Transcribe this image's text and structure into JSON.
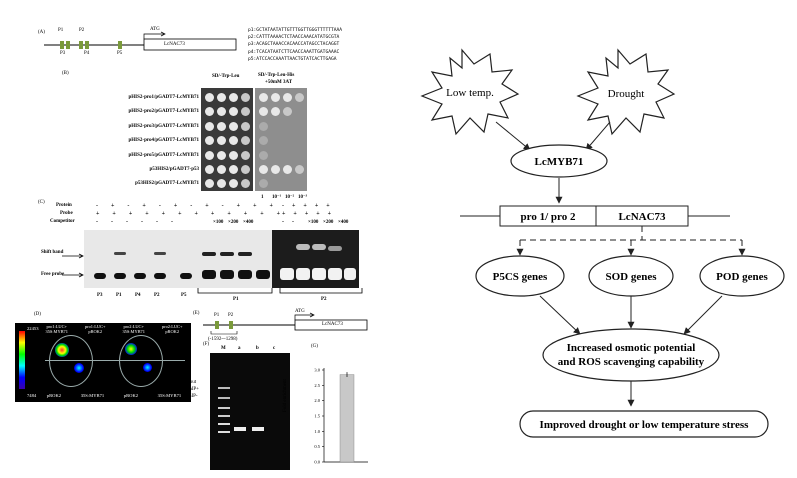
{
  "left_figure": {
    "panel_a": {
      "label": "(A)",
      "promoter_sites": [
        "P1",
        "P2",
        "P3",
        "P4",
        "P5"
      ],
      "atg": "ATG",
      "gene": "LcNAC73",
      "sequences": [
        "p1:GCTATAATATTGTTTGGTTGGGTTTTTTAAA",
        "p2:CATTTAAAACTCTAACCAAACATATGCGTA",
        "p3:ACAGCTAAACCACAACCATAGCCTACAGGT",
        "p4:TCACATAATCTTCAACCAAATTGATGAAAC",
        "p5:ATCCACCAAATTAACTGTATCACTTGAGA"
      ]
    },
    "panel_b": {
      "label": "(B)",
      "col_header_1": "SD/-Trp-Leu",
      "col_header_2": "SD/-Trp-Leu-His",
      "col_header_2b": "+50mM 3AT",
      "rows": [
        "pHIS2-pro1/pGADT7-LcMYB71",
        "pHIS2-pro2/pGADT7-LcMYB71",
        "pHIS2-pro3/pGADT7-LcMYB71",
        "pHIS2-pro4/pGADT7-LcMYB71",
        "pHIS2-pro5/pGADT7-LcMYB71",
        "p53HIS2/pGADT7-p53",
        "p53HIS2/pGADT7-LcMYB71"
      ],
      "dilutions": [
        "1",
        "10⁻¹",
        "10⁻²",
        "10⁻³"
      ]
    },
    "panel_c": {
      "label": "(C)",
      "row_labels": [
        "Protein",
        "Probe",
        "Competitor"
      ],
      "competitor_values": [
        "×100",
        "×200",
        "×400",
        "×100",
        "×200",
        "×400"
      ],
      "shift_band": "Shift band",
      "free_probe": "Free probe",
      "lanes": [
        "P3",
        "P1",
        "P4",
        "P2",
        "P5"
      ],
      "group_labels": [
        "P1",
        "P2"
      ]
    },
    "panel_d": {
      "label": "(D)",
      "scale_max": "22453",
      "scale_min": "7484",
      "top_labels": [
        "pro1:LUC+",
        "pro1:LUC+",
        "pro2:LUC+",
        "pro2:LUC+"
      ],
      "top_sublabels": [
        "35S:MYB71",
        "pROK2",
        "35S:MYB71",
        "pROK2"
      ],
      "bottom_labels": [
        "pROK2",
        "35S:MYB71",
        "pROK2",
        "35S:MYB71"
      ]
    },
    "panel_e": {
      "label": "(E)",
      "sites": [
        "P1",
        "P2"
      ],
      "range": "(-1592~-1298)",
      "atg": "ATG",
      "gene": "LcNAC73"
    },
    "panel_f": {
      "label": "(F)",
      "lanes": [
        "M",
        "a",
        "b",
        "c"
      ],
      "legend": [
        "a:Input",
        "b:ChIP+",
        "c:ChIP-"
      ]
    },
    "panel_g": {
      "label": "(G)",
      "ylabel": "Fold enrichment",
      "yticks": [
        "0.0",
        "0.5",
        "1.0",
        "1.5",
        "2.0",
        "2.5",
        "3.0"
      ],
      "value": 2.85
    }
  },
  "right_diagram": {
    "stimulus_1": "Low temp.",
    "stimulus_2": "Drought",
    "regulator": "LcMYB71",
    "promoter": "pro 1/ pro 2",
    "target_gene": "LcNAC73",
    "genes": [
      "P5CS genes",
      "SOD genes",
      "POD genes"
    ],
    "effect_line1": "Increased osmotic potential",
    "effect_line2": "and ROS scavenging capability",
    "outcome": "Improved drought or low temperature stress"
  }
}
